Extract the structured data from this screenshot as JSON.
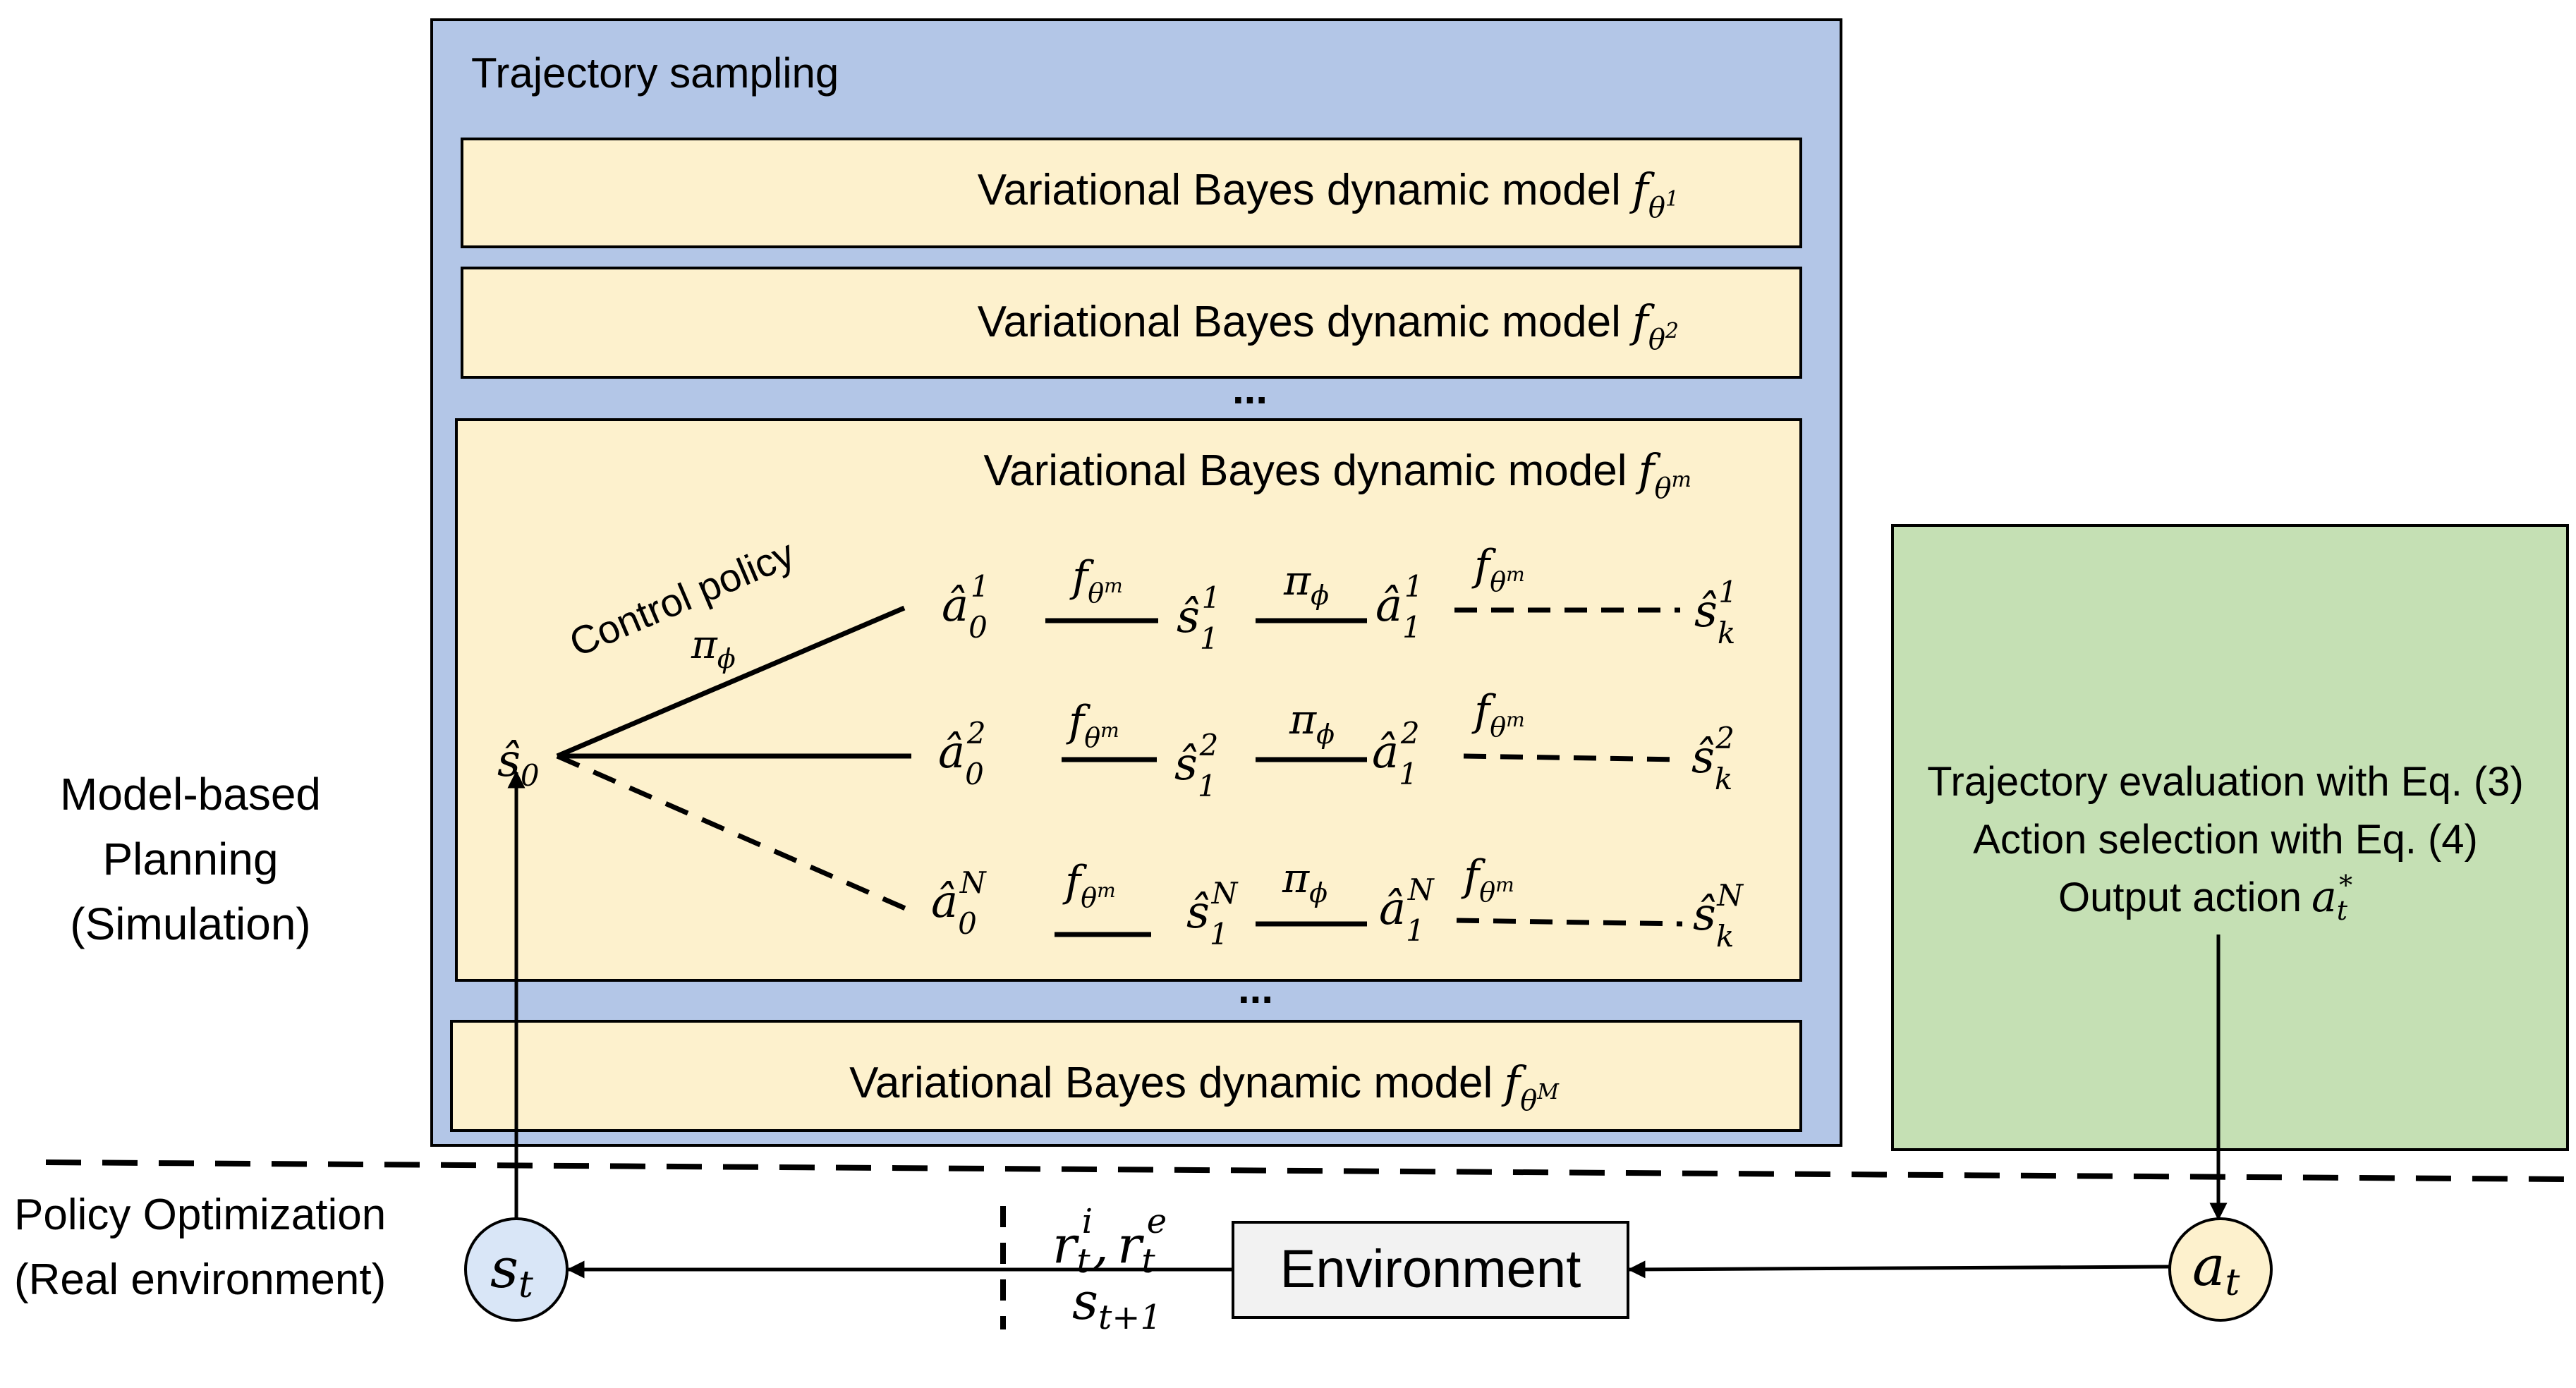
{
  "colors": {
    "outer_blue": "#b3c6e7",
    "model_yellow": "#fdf1cd",
    "eval_green": "#c5e0b4",
    "state_circle": "#d9e6f7",
    "action_circle": "#fdf1cd",
    "env_box": "#f2f2f2",
    "stroke": "#000000"
  },
  "sampling": {
    "title": "Trajectory sampling",
    "model_label": "Variational Bayes dynamic model",
    "f": "f",
    "theta": "θ",
    "sup_1": "1",
    "sup_2": "2",
    "sup_m": "m",
    "sup_M": "M",
    "dots_upper": "...",
    "dots_lower": "..."
  },
  "tree": {
    "control_policy": "Control policy",
    "pi": "π",
    "phi": "ϕ",
    "s0": "ŝ",
    "s0_sub": "0",
    "a_hat": "â",
    "s_hat": "ŝ",
    "sub_0": "0",
    "sub_1": "1",
    "sub_k": "k",
    "sup_1": "1",
    "sup_2": "2",
    "sup_N": "N"
  },
  "left_labels": {
    "planning_line1": "Model-based",
    "planning_line2": "Planning",
    "planning_line3": "(Simulation)",
    "optimization_line1": "Policy Optimization",
    "optimization_line2": "(Real environment)"
  },
  "evaluation": {
    "line1": "Trajectory evaluation with Eq. (3)",
    "line2": "Action selection with Eq. (4)",
    "line3": "Output action",
    "a": "a",
    "sub_t": "t",
    "sup_star": "*"
  },
  "environment": {
    "label": "Environment",
    "r": "r",
    "s": "s",
    "a": "a",
    "sub_t": "t",
    "sub_t1": "t+1",
    "sup_i": "i",
    "sup_e": "e",
    "comma": ","
  }
}
